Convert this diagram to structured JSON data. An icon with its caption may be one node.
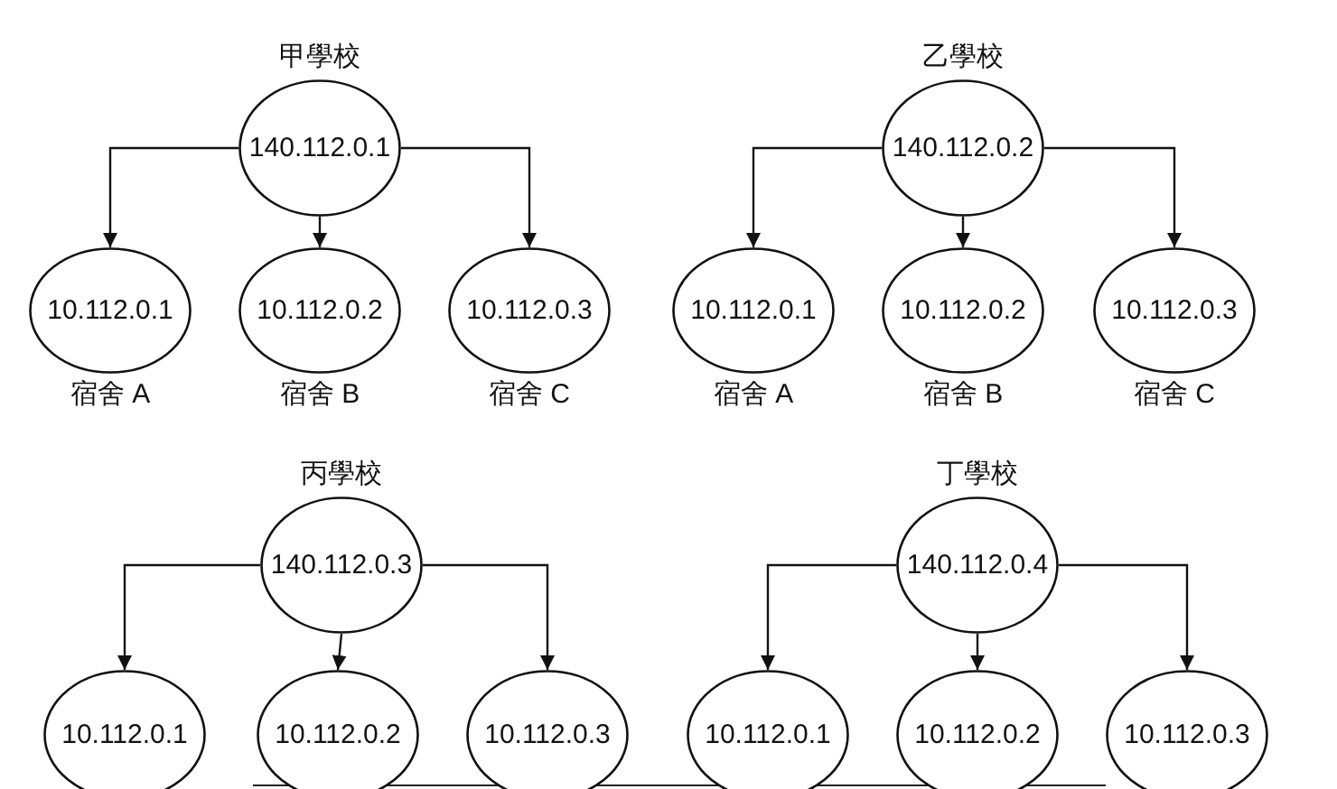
{
  "diagram": {
    "nodes": [
      {
        "text": [
          "甲學校",
          "140.112.0.1"
        ]
      },
      {
        "text": [
          "10.112.0.1"
        ],
        "beside": [
          "宿舍 A"
        ]
      },
      {
        "text": [
          "10.112.0.2"
        ],
        "beside": [
          "宿舍 B"
        ]
      },
      {
        "text": [
          "10.112.0.3"
        ],
        "beside": [
          "宿舍 C"
        ]
      },
      {
        "text": [
          "乙學校",
          "140.112.0.2"
        ]
      },
      {
        "text": [
          "10.112.0.1"
        ],
        "beside": [
          "宿舍 A"
        ]
      },
      {
        "text": [
          "10.112.0.2"
        ],
        "beside": [
          "宿舍 B"
        ]
      },
      {
        "text": [
          "10.112.0.3"
        ],
        "beside": [
          "宿舍 C"
        ]
      },
      {
        "text": [
          "丙學校",
          "140.112.0.3"
        ]
      },
      {
        "text": [
          "10.112.0.1"
        ]
      },
      {
        "text": [
          "10.112.0.2"
        ]
      },
      {
        "text": [
          "10.112.0.3"
        ]
      },
      {
        "text": [
          "丁學校",
          "140.112.0.4"
        ]
      },
      {
        "text": [
          "10.112.0.1"
        ]
      },
      {
        "text": [
          "10.112.0.2"
        ]
      },
      {
        "text": [
          "10.112.0.3"
        ]
      }
    ],
    "edges": [
      {
        "from": 0,
        "to": 1,
        "arrow": "to"
      },
      {
        "from": 0,
        "to": 2,
        "arrow": "to"
      },
      {
        "from": 0,
        "to": 3,
        "arrow": "to"
      },
      {
        "from": 4,
        "to": 5,
        "arrow": "to"
      },
      {
        "from": 4,
        "to": 6,
        "arrow": "to"
      },
      {
        "from": 4,
        "to": 7,
        "arrow": "to"
      },
      {
        "from": 8,
        "to": 9,
        "arrow": "to"
      },
      {
        "from": 8,
        "to": 10,
        "arrow": "to"
      },
      {
        "from": 8,
        "to": 11,
        "arrow": "to"
      },
      {
        "from": 12,
        "to": 13,
        "arrow": "to"
      },
      {
        "from": 12,
        "to": 14,
        "arrow": "to"
      },
      {
        "from": 12,
        "to": 15,
        "arrow": "to"
      }
    ]
  }
}
